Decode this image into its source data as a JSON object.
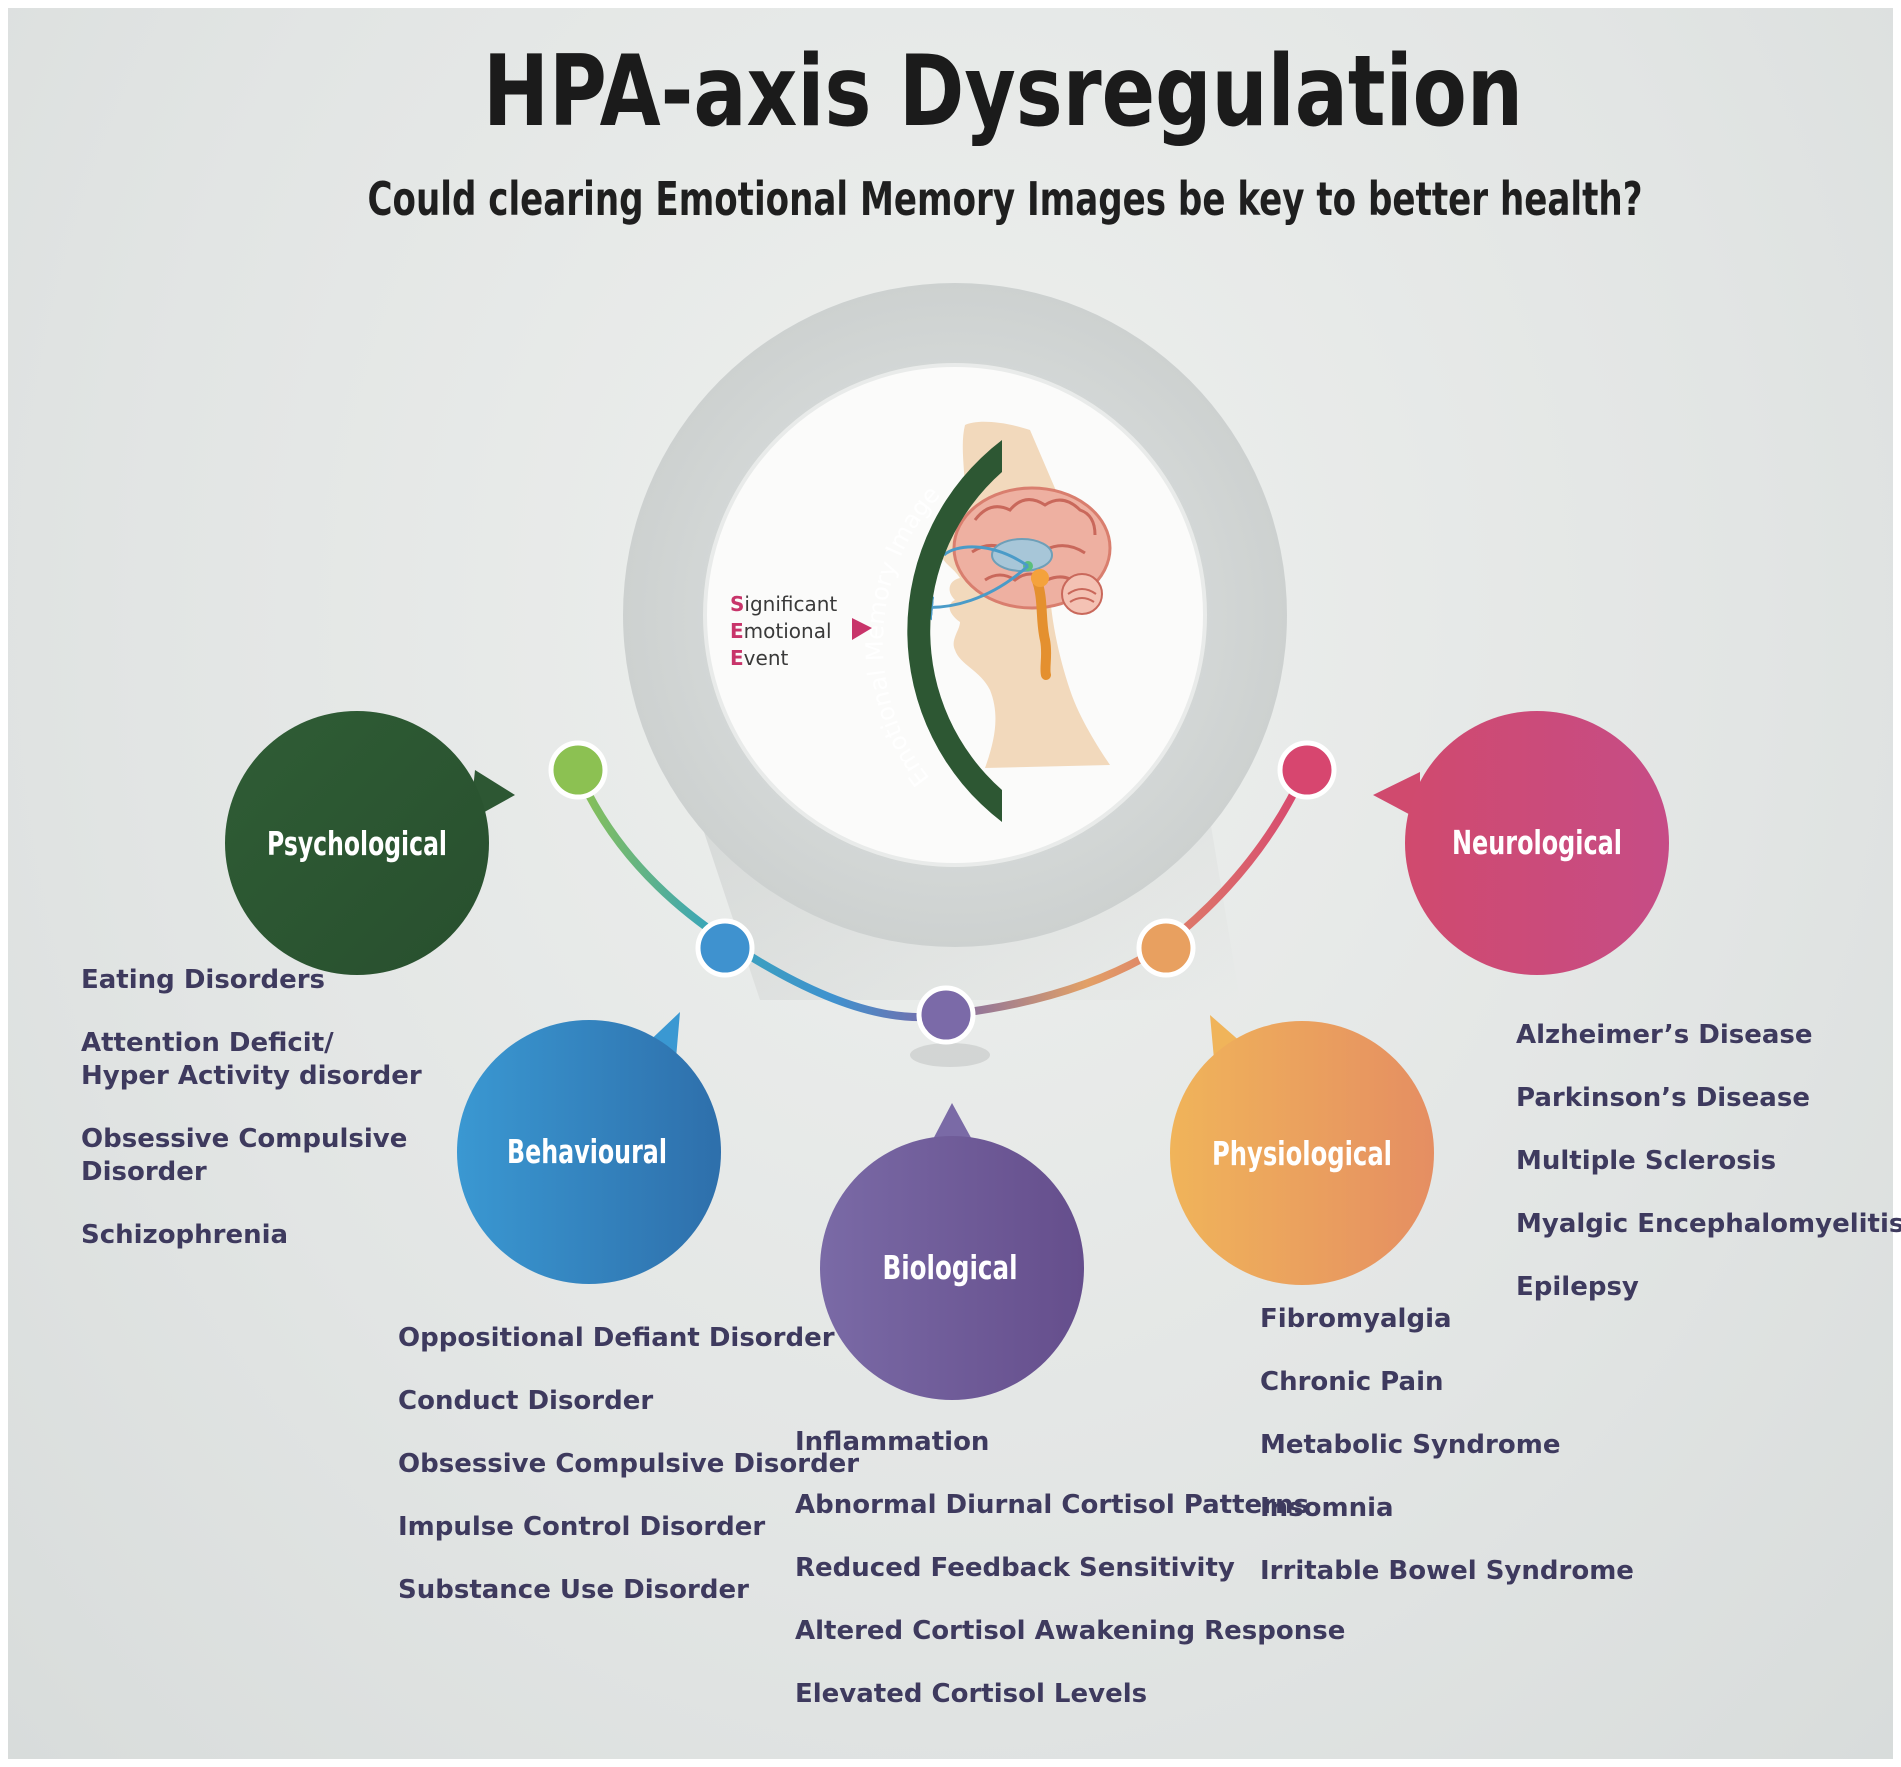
{
  "header": {
    "title": "HPA-axis Dysregulation",
    "subtitle": "Could clearing Emotional Memory Images be key to better health?"
  },
  "center": {
    "arc_label": "Emotional Memory Image",
    "see_lines": [
      {
        "initial": "S",
        "rest": "ignificant"
      },
      {
        "initial": "E",
        "rest": "motional"
      },
      {
        "initial": "E",
        "rest": "vent"
      }
    ]
  },
  "colors": {
    "psychological": "#2d5733",
    "behavioural": "#3182bf",
    "biological": "#6e5a94",
    "physiological": "#e8a060",
    "neurological": "#cc4680",
    "item_text": "#3e3a5e",
    "arc_green": "#2d5733"
  },
  "categories": [
    {
      "key": "psychological",
      "label": "Psychological",
      "items": [
        "Eating Disorders",
        "Attention Deficit/\nHyper Activity disorder",
        "Obsessive Compulsive\nDisorder",
        "Schizophrenia"
      ]
    },
    {
      "key": "behavioural",
      "label": "Behavioural",
      "items": [
        "Oppositional Defiant Disorder",
        "Conduct Disorder",
        "Obsessive Compulsive Disorder",
        "Impulse Control Disorder",
        "Substance Use Disorder"
      ]
    },
    {
      "key": "biological",
      "label": "Biological",
      "items": [
        "Inflammation",
        "Abnormal Diurnal Cortisol Patterns",
        "Reduced Feedback Sensitivity",
        "Altered Cortisol Awakening Response",
        "Elevated Cortisol Levels"
      ]
    },
    {
      "key": "physiological",
      "label": "Physiological",
      "items": [
        "Fibromyalgia",
        "Chronic Pain",
        "Metabolic Syndrome",
        "Insomnia",
        "Irritable Bowel Syndrome"
      ]
    },
    {
      "key": "neurological",
      "label": "Neurological",
      "items": [
        "Alzheimer’s Disease",
        "Parkinson’s Disease",
        "Multiple Sclerosis",
        "Myalgic Encephalomyelitis",
        "Epilepsy"
      ]
    }
  ]
}
